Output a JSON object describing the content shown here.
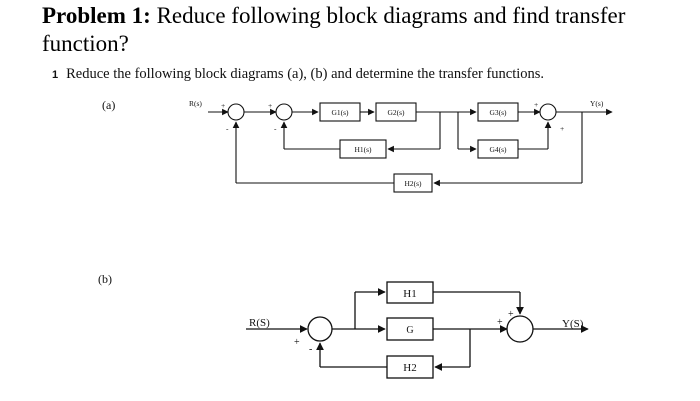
{
  "problem": {
    "heading": "Problem 1:",
    "text": "Reduce following block diagrams and find transfer function?"
  },
  "question": {
    "number": "1",
    "text": "Reduce the following block diagrams (a), (b) and determine the transfer functions."
  },
  "diagram_a": {
    "label": "(a)",
    "input": "R(s)",
    "output": "Y(s)",
    "blocks": {
      "g1": "G1(s)",
      "g2": "G2(s)",
      "g3": "G3(s)",
      "h1": "H1(s)",
      "g4": "G4(s)",
      "h2": "H2(s)"
    },
    "signs": {
      "s1_in": "+",
      "s1_fb": "-",
      "s2_in": "+",
      "s2_fb": "-",
      "s3_in": "+",
      "s3_ff": "+"
    }
  },
  "diagram_b": {
    "label": "(b)",
    "input": "R(S)",
    "output": "Y(S)",
    "blocks": {
      "h1": "H1",
      "g": "G",
      "h2": "H2"
    },
    "signs": {
      "s1_in": "+",
      "s1_fb": "-",
      "s2_top": "+",
      "s2_mid": "+"
    }
  }
}
